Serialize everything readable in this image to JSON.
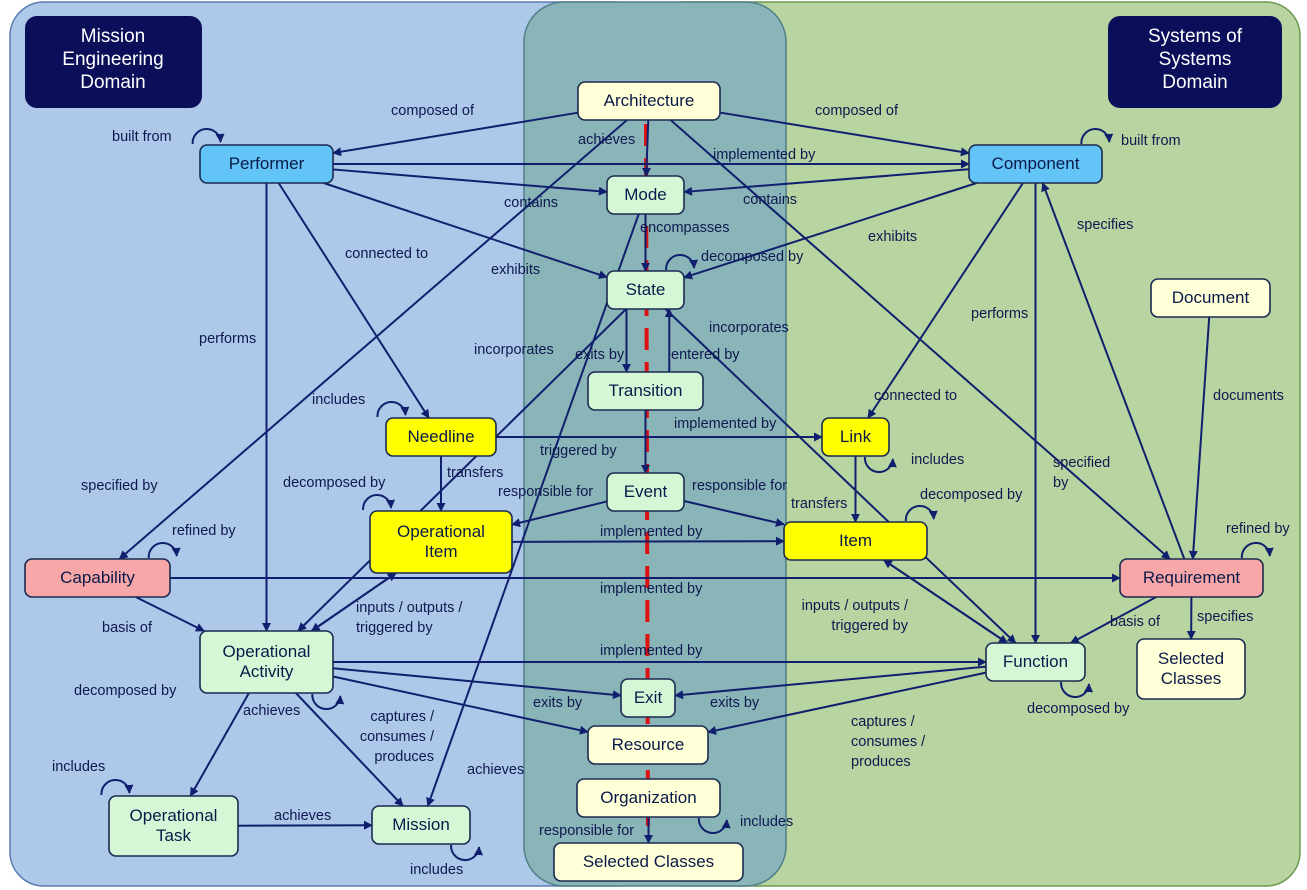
{
  "domains": {
    "mission": "Mission\nEngineering\nDomain",
    "systems": "Systems of\nSystems\nDomain"
  },
  "colors": {
    "mission_bg": "#adc8e8",
    "shared_bg": "#8ab5b8",
    "systems_bg": "#b8d4a0",
    "header_bg": "#0b0f5a",
    "edge": "#10206e",
    "cyan": "#63c5f7",
    "yellow": "#ffff00",
    "pink": "#f7a7a7",
    "mint": "#d6f7d6",
    "cream": "#ffffd8",
    "divider": "#dd1111"
  },
  "nodes": {
    "architecture": "Architecture",
    "performer": "Performer",
    "component": "Component",
    "mode": "Mode",
    "state": "State",
    "transition": "Transition",
    "needline": "Needline",
    "link": "Link",
    "event": "Event",
    "operational_item": "Operational\nItem",
    "item": "Item",
    "capability": "Capability",
    "requirement": "Requirement",
    "document": "Document",
    "operational_activity": "Operational\nActivity",
    "function": "Function",
    "selected_classes_right": "Selected\nClasses",
    "exit": "Exit",
    "resource": "Resource",
    "organization": "Organization",
    "selected_classes_bottom": "Selected Classes",
    "operational_task": "Operational\nTask",
    "mission": "Mission"
  },
  "edge_labels": {
    "arch_composed_of_left": "composed of",
    "arch_composed_of_right": "composed of",
    "perf_built_from": "built from",
    "comp_built_from": "built from",
    "arch_achieves": "achieves",
    "perf_implemented_by": "implemented by",
    "perf_contains": "contains",
    "comp_contains": "contains",
    "mode_encompasses": "encompasses",
    "state_decomposed_by": "decomposed by",
    "comp_exhibits": "exhibits",
    "comp_specifies": "specifies",
    "perf_connected_to": "connected to",
    "perf_exhibits": "exhibits",
    "perf_performs": "performs",
    "comp_performs": "performs",
    "state_incorporates_right": "incorporates",
    "state_incorporates_left": "incorporates",
    "state_exits_by": "exits by",
    "state_entered_by": "entered by",
    "needline_includes": "includes",
    "comp_connected_to": "connected to",
    "doc_documents": "documents",
    "needline_implemented_by": "implemented by",
    "link_includes": "includes",
    "trans_triggered_by": "triggered by",
    "needline_transfers": "transfers",
    "event_responsible_for_left": "responsible for",
    "event_responsible_for_right": "responsible for",
    "comp_specified_by": "specified\nby",
    "specified_by": "specified by",
    "opitem_decomposed_by": "decomposed by",
    "link_transfers": "transfers",
    "item_decomposed_by": "decomposed by",
    "cap_refined_by": "refined by",
    "req_refined_by": "refined by",
    "opitem_implemented_by": "implemented by",
    "cap_implemented_by": "implemented by",
    "cap_basis_of": "basis of",
    "inputs_left": "inputs / outputs /\ntriggered by",
    "inputs_right": "inputs / outputs /\ntriggered by",
    "req_basis_of": "basis of",
    "req_specifies": "specifies",
    "oa_implemented_by": "implemented by",
    "oa_decomposed_by": "decomposed by",
    "oa_exits_by": "exits by",
    "func_exits_by": "exits by",
    "func_decomposed_by": "decomposed by",
    "oa_achieves": "achieves",
    "oa_captures": "captures /\nconsumes /\nproduces",
    "func_captures": "captures /\nconsumes /\nproduces",
    "task_includes": "includes",
    "mode_achieves": "achieves",
    "task_achieves": "achieves",
    "org_responsible_for": "responsible for",
    "org_includes": "includes",
    "mission_includes": "includes"
  }
}
